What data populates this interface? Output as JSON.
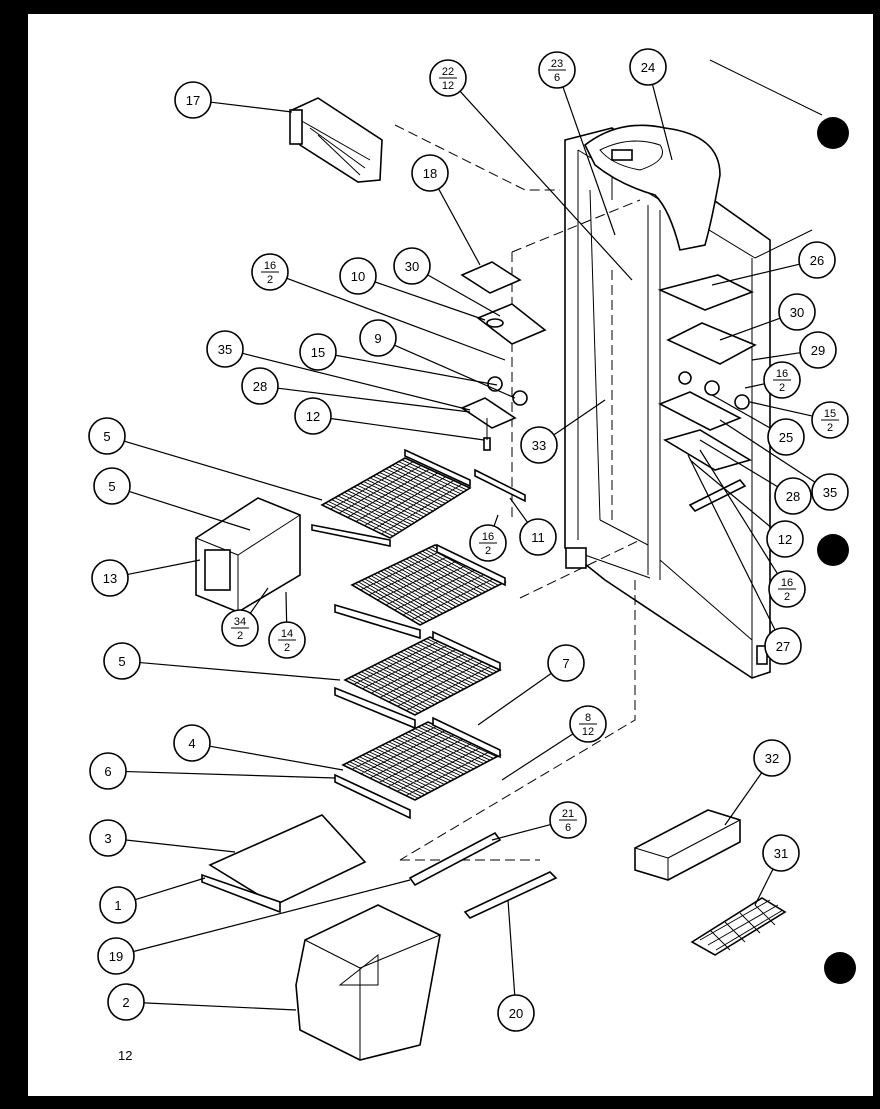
{
  "page_number": "12",
  "callouts": [
    {
      "id": "c17",
      "top": "17"
    },
    {
      "id": "c22-12",
      "top": "22",
      "bottom": "12"
    },
    {
      "id": "c23-6",
      "top": "23",
      "bottom": "6"
    },
    {
      "id": "c24",
      "top": "24"
    },
    {
      "id": "c18",
      "top": "18"
    },
    {
      "id": "c26",
      "top": "26"
    },
    {
      "id": "c16-2a",
      "top": "16",
      "bottom": "2"
    },
    {
      "id": "c10",
      "top": "10"
    },
    {
      "id": "c30a",
      "top": "30"
    },
    {
      "id": "c30b",
      "top": "30"
    },
    {
      "id": "c29",
      "top": "29"
    },
    {
      "id": "c35a",
      "top": "35"
    },
    {
      "id": "c15a",
      "top": "15"
    },
    {
      "id": "c9",
      "top": "9"
    },
    {
      "id": "c16-2b",
      "top": "16",
      "bottom": "2"
    },
    {
      "id": "c28a",
      "top": "28"
    },
    {
      "id": "c15-2",
      "top": "15",
      "bottom": "2"
    },
    {
      "id": "c12a",
      "top": "12"
    },
    {
      "id": "c25",
      "top": "25"
    },
    {
      "id": "c33",
      "top": "33"
    },
    {
      "id": "c5a",
      "top": "5"
    },
    {
      "id": "c35b",
      "top": "35"
    },
    {
      "id": "c28b",
      "top": "28"
    },
    {
      "id": "c5b",
      "top": "5"
    },
    {
      "id": "c11",
      "top": "11"
    },
    {
      "id": "c16-2c",
      "top": "16",
      "bottom": "2"
    },
    {
      "id": "c12b",
      "top": "12"
    },
    {
      "id": "c13",
      "top": "13"
    },
    {
      "id": "c16-2d",
      "top": "16",
      "bottom": "2"
    },
    {
      "id": "c34-2",
      "top": "34",
      "bottom": "2"
    },
    {
      "id": "c14-2",
      "top": "14",
      "bottom": "2"
    },
    {
      "id": "c27",
      "top": "27"
    },
    {
      "id": "c5c",
      "top": "5"
    },
    {
      "id": "c7",
      "top": "7"
    },
    {
      "id": "c8-12",
      "top": "8",
      "bottom": "12"
    },
    {
      "id": "c4",
      "top": "4"
    },
    {
      "id": "c6",
      "top": "6"
    },
    {
      "id": "c32",
      "top": "32"
    },
    {
      "id": "c21-6",
      "top": "21",
      "bottom": "6"
    },
    {
      "id": "c3",
      "top": "3"
    },
    {
      "id": "c31",
      "top": "31"
    },
    {
      "id": "c1",
      "top": "1"
    },
    {
      "id": "c19",
      "top": "19"
    },
    {
      "id": "c2",
      "top": "2"
    },
    {
      "id": "c20",
      "top": "20"
    }
  ]
}
